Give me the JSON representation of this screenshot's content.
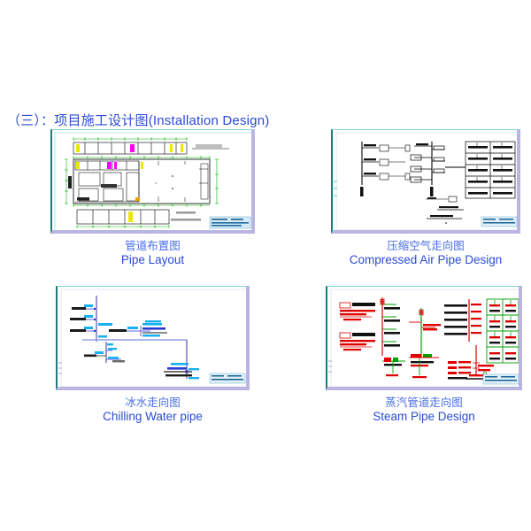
{
  "page": {
    "background_color": "#ffffff",
    "title_color": "#2a4bd8",
    "caption_color": "#2a4bd8"
  },
  "section": {
    "title": "（三）：项目施工设计图(Installation Design)"
  },
  "figures": [
    {
      "id": "pipe-layout",
      "caption_cn": "管道布置图",
      "caption_en": "Pipe Layout",
      "drawing_type": "cad-floor-plan",
      "accent_colors": [
        "#00a000",
        "#d8d800",
        "#ff00ff",
        "#000000",
        "#00c0c0"
      ]
    },
    {
      "id": "compressed-air-pipe",
      "caption_cn": "压缩空气走向图",
      "caption_en": "Compressed Air Pipe Design",
      "drawing_type": "cad-schematic",
      "accent_colors": [
        "#000000",
        "#333333"
      ]
    },
    {
      "id": "chilling-water-pipe",
      "caption_cn": "冰水走向图",
      "caption_en": "Chilling Water pipe",
      "drawing_type": "cad-schematic",
      "accent_colors": [
        "#2a4bd8",
        "#00b0f0",
        "#7b68c8",
        "#000000"
      ]
    },
    {
      "id": "steam-pipe",
      "caption_cn": "蒸汽管道走向图",
      "caption_en": "Steam Pipe Design",
      "drawing_type": "cad-schematic",
      "accent_colors": [
        "#ff0000",
        "#00a000",
        "#000000"
      ]
    }
  ]
}
